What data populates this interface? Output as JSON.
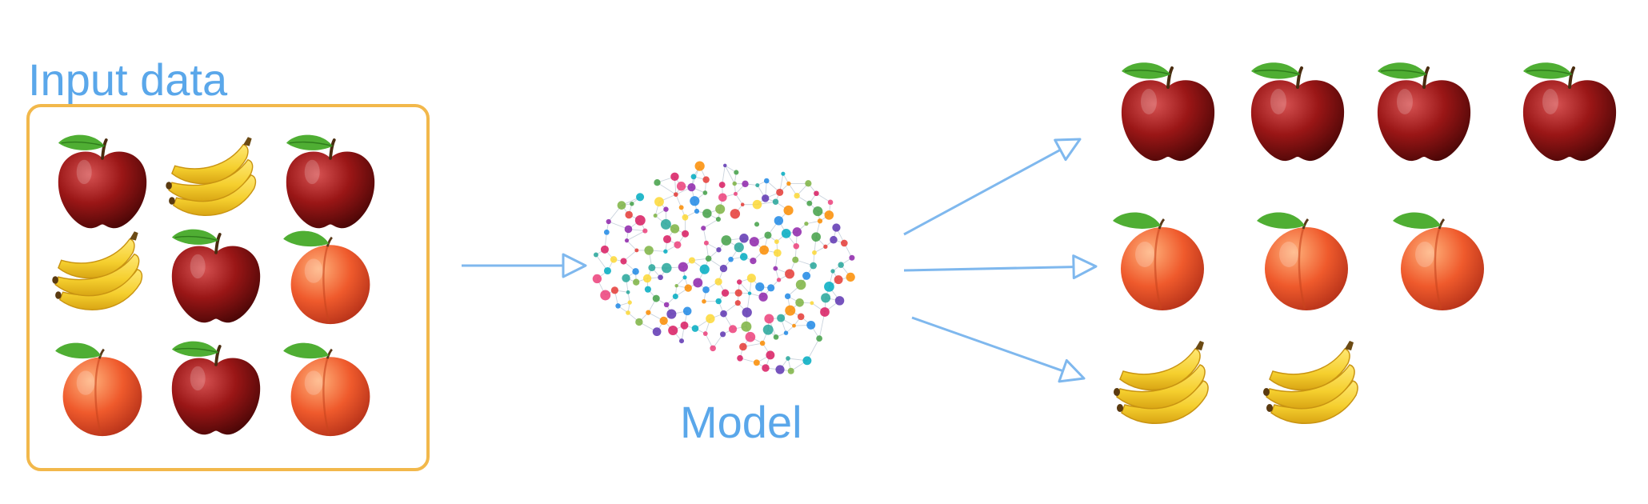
{
  "input": {
    "label": "Input data",
    "items": [
      "apple",
      "banana",
      "apple",
      "banana",
      "apple",
      "peach",
      "peach",
      "apple",
      "peach"
    ]
  },
  "model": {
    "label": "Model",
    "icon": "neural-network-brain-icon"
  },
  "output": {
    "groups": [
      {
        "fruit": "apple",
        "count": 4
      },
      {
        "fruit": "peach",
        "count": 3
      },
      {
        "fruit": "banana",
        "count": 2
      }
    ]
  },
  "colors": {
    "label_text": "#5aa7ea",
    "arrow": "#7fb8ee",
    "input_frame": "#f2b84b",
    "apple": "#9a1616",
    "peach": "#ef5a2c",
    "banana": "#f5cf2e",
    "leaf": "#4fae33"
  }
}
